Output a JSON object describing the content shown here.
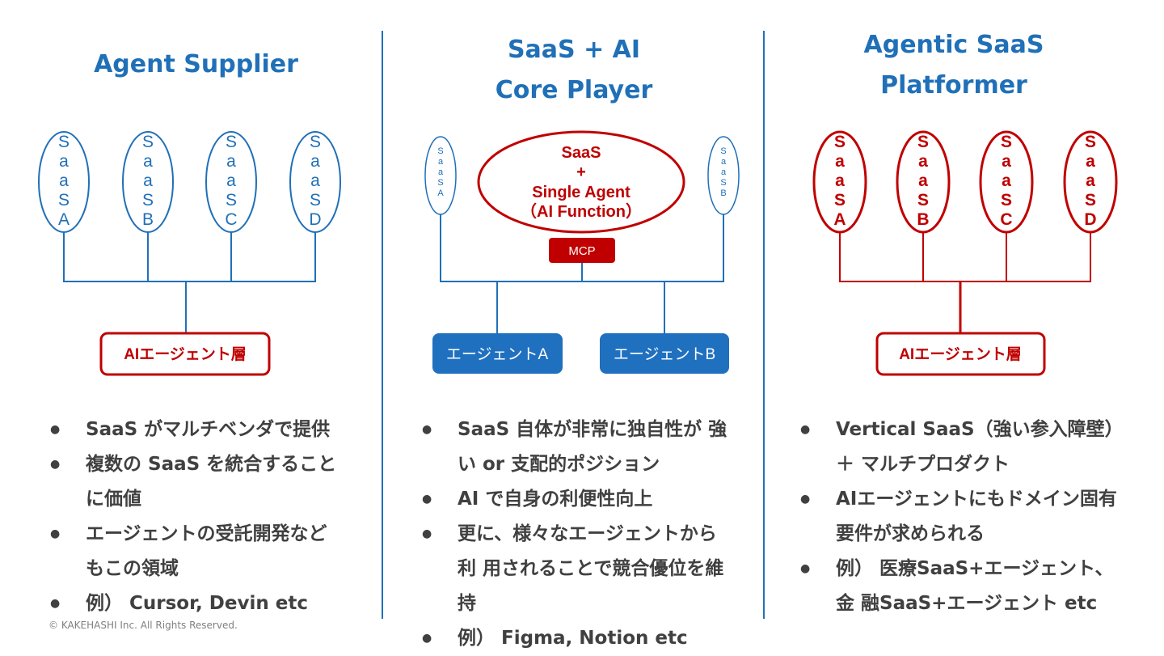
{
  "columns": [
    {
      "title": "Agent Supplier",
      "saas": [
        "SaaSA",
        "SaaSB",
        "SaaSC",
        "SaaSD"
      ],
      "layer": "AIエージェント層",
      "bullets": [
        "SaaS がマルチベンダで提供",
        "複数の SaaS を統合すること に価値",
        "エージェントの受託開発など もこの領域",
        "例） Cursor, Devin etc"
      ]
    },
    {
      "title_line1": "SaaS + AI",
      "title_line2": "Core Player",
      "saas_small": [
        "SaaSA",
        "SaaSB"
      ],
      "core_line1": "SaaS",
      "core_line2": "+",
      "core_line3": "Single Agent",
      "core_line4": "（AI Function）",
      "mcp": "MCP",
      "agent_a": "エージェントA",
      "agent_b": "エージェントB",
      "bullets": [
        "SaaS 自体が非常に独自性が 強い or 支配的ポジション",
        "AI で自身の利便性向上",
        "更に、様々なエージェントから利 用されることで競合優位を維持",
        "例） Figma, Notion etc"
      ]
    },
    {
      "title_line1": "Agentic SaaS",
      "title_line2": "Platformer",
      "saas": [
        "SaaSA",
        "SaaSB",
        "SaaSC",
        "SaaSD"
      ],
      "layer": "AIエージェント層",
      "bullets": [
        "Vertical SaaS（強い参入障壁） ＋ マルチプロダクト",
        "AIエージェントにもドメイン固有 要件が求められる",
        "例） 医療SaaS+エージェント、金 融SaaS+エージェント etc"
      ]
    }
  ],
  "footer": "© KAKEHASHI Inc. All Rights Reserved.",
  "colors": {
    "blue": "#2070b8",
    "red": "#c00000",
    "agent_fill": "#2070c0",
    "text": "#404040"
  }
}
